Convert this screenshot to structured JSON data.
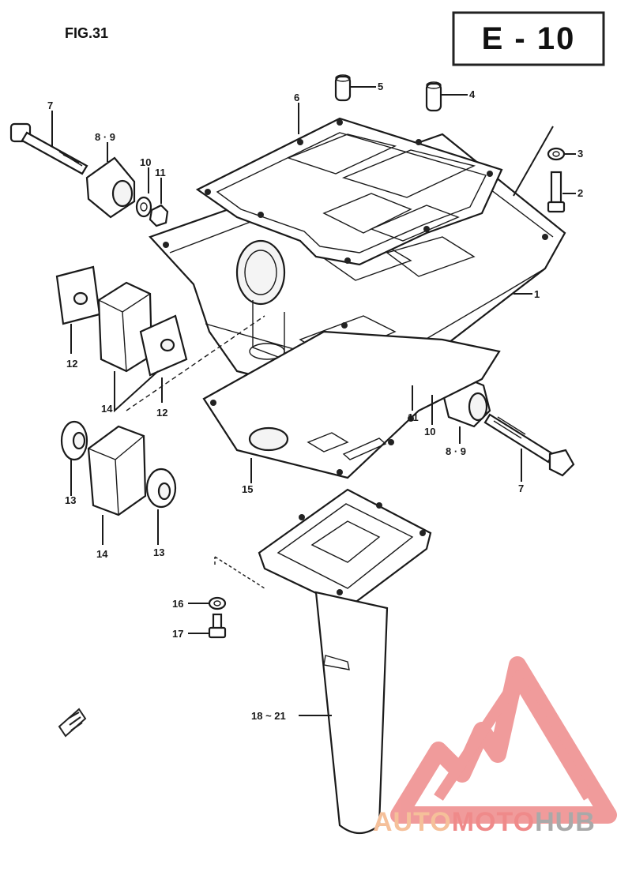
{
  "figure": {
    "label": "FIG.31",
    "section_code": "E - 10"
  },
  "watermark": {
    "part1": "AUTO",
    "part2": "MOTO",
    "part3": "HUB",
    "color_auto": "#F5C09A",
    "color_moto": "#EF8A8A",
    "color_hub": "#A9A9A9",
    "logo_color": "#EE8A8A"
  },
  "callouts": [
    {
      "id": "c1",
      "text": "1"
    },
    {
      "id": "c2",
      "text": "2"
    },
    {
      "id": "c3",
      "text": "3"
    },
    {
      "id": "c4",
      "text": "4"
    },
    {
      "id": "c5",
      "text": "5"
    },
    {
      "id": "c6",
      "text": "6"
    },
    {
      "id": "c7a",
      "text": "7"
    },
    {
      "id": "c7b",
      "text": "7"
    },
    {
      "id": "c89a",
      "text": "8 · 9"
    },
    {
      "id": "c89b",
      "text": "8 · 9"
    },
    {
      "id": "c10a",
      "text": "10"
    },
    {
      "id": "c10b",
      "text": "10"
    },
    {
      "id": "c11a",
      "text": "11"
    },
    {
      "id": "c11b",
      "text": "11"
    },
    {
      "id": "c12a",
      "text": "12"
    },
    {
      "id": "c12b",
      "text": "12"
    },
    {
      "id": "c13a",
      "text": "13"
    },
    {
      "id": "c13b",
      "text": "13"
    },
    {
      "id": "c14a",
      "text": "14"
    },
    {
      "id": "c14b",
      "text": "14"
    },
    {
      "id": "c15",
      "text": "15"
    },
    {
      "id": "c16",
      "text": "16"
    },
    {
      "id": "c17",
      "text": "17"
    },
    {
      "id": "c18",
      "text": "18 ~ 21"
    }
  ]
}
